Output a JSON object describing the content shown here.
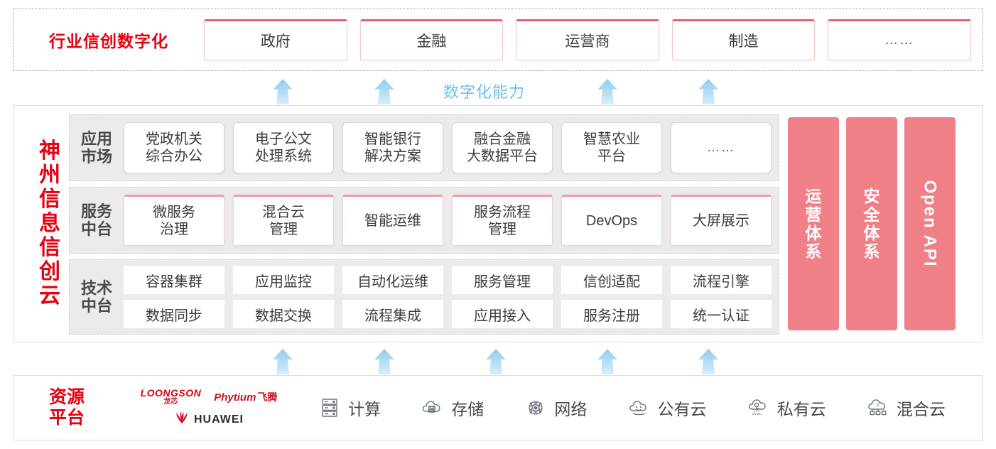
{
  "industry": {
    "title": "行业信创数字化",
    "cards": [
      {
        "label": "政府"
      },
      {
        "label": "金融"
      },
      {
        "label": "运营商"
      },
      {
        "label": "制造"
      },
      {
        "label": "……"
      }
    ]
  },
  "capability": {
    "label": "数字化能力",
    "arrow_color": "#bfe4f7"
  },
  "cloud": {
    "brand": [
      "神",
      "州",
      "信",
      "息",
      "信",
      "创",
      "云"
    ],
    "layers": [
      {
        "label": "应用\n市场",
        "label_lines": [
          "应用",
          "市场"
        ],
        "cards": [
          {
            "lines": [
              "党政机关",
              "综合办公"
            ]
          },
          {
            "lines": [
              "电子公文",
              "处理系统"
            ]
          },
          {
            "lines": [
              "智能银行",
              "解决方案"
            ]
          },
          {
            "lines": [
              "融合金融",
              "大数据平台"
            ]
          },
          {
            "lines": [
              "智慧农业",
              "平台"
            ]
          },
          {
            "lines": [
              "……"
            ]
          }
        ]
      },
      {
        "label_lines": [
          "服务",
          "中台"
        ],
        "cards": [
          {
            "lines": [
              "微服务",
              "治理"
            ]
          },
          {
            "lines": [
              "混合云",
              "管理"
            ]
          },
          {
            "lines": [
              "智能运维"
            ]
          },
          {
            "lines": [
              "服务流程",
              "管理"
            ]
          },
          {
            "lines": [
              "DevOps"
            ]
          },
          {
            "lines": [
              "大屏展示"
            ]
          }
        ]
      },
      {
        "label_lines": [
          "技术",
          "中台"
        ],
        "rows": [
          [
            "容器集群",
            "应用监控",
            "自动化运维",
            "服务管理",
            "信创适配",
            "流程引擎"
          ],
          [
            "数据同步",
            "数据交换",
            "流程集成",
            "应用接入",
            "服务注册",
            "统一认证"
          ]
        ]
      }
    ],
    "pink_panels": [
      {
        "text": "运营体系",
        "chars": [
          "运",
          "营",
          "体",
          "系"
        ],
        "rotated": false
      },
      {
        "text": "安全体系",
        "chars": [
          "安",
          "全",
          "体",
          "系"
        ],
        "rotated": false
      },
      {
        "text": "Open API",
        "rotated": true
      }
    ],
    "panel_color": "#ef8088"
  },
  "resource": {
    "title_lines": [
      "资源",
      "平台"
    ],
    "vendors": [
      {
        "name": "LOONGSON",
        "cn": "龙芯"
      },
      {
        "name": "Phytium",
        "cn": "飞腾"
      },
      {
        "name": "HUAWEI",
        "cn": ""
      }
    ],
    "items": [
      {
        "icon": "server-icon",
        "label": "计算"
      },
      {
        "icon": "cloud-storage-icon",
        "label": "存储"
      },
      {
        "icon": "network-icon",
        "label": "网络"
      },
      {
        "icon": "public-cloud-icon",
        "label": "公有云"
      },
      {
        "icon": "private-cloud-icon",
        "label": "私有云"
      },
      {
        "icon": "hybrid-cloud-icon",
        "label": "混合云"
      }
    ]
  },
  "colors": {
    "brand_red": "#e60012",
    "pink": "#ef8088",
    "arrow_blue": "#bfe4f7",
    "layer_bg": "#ebebeb"
  }
}
